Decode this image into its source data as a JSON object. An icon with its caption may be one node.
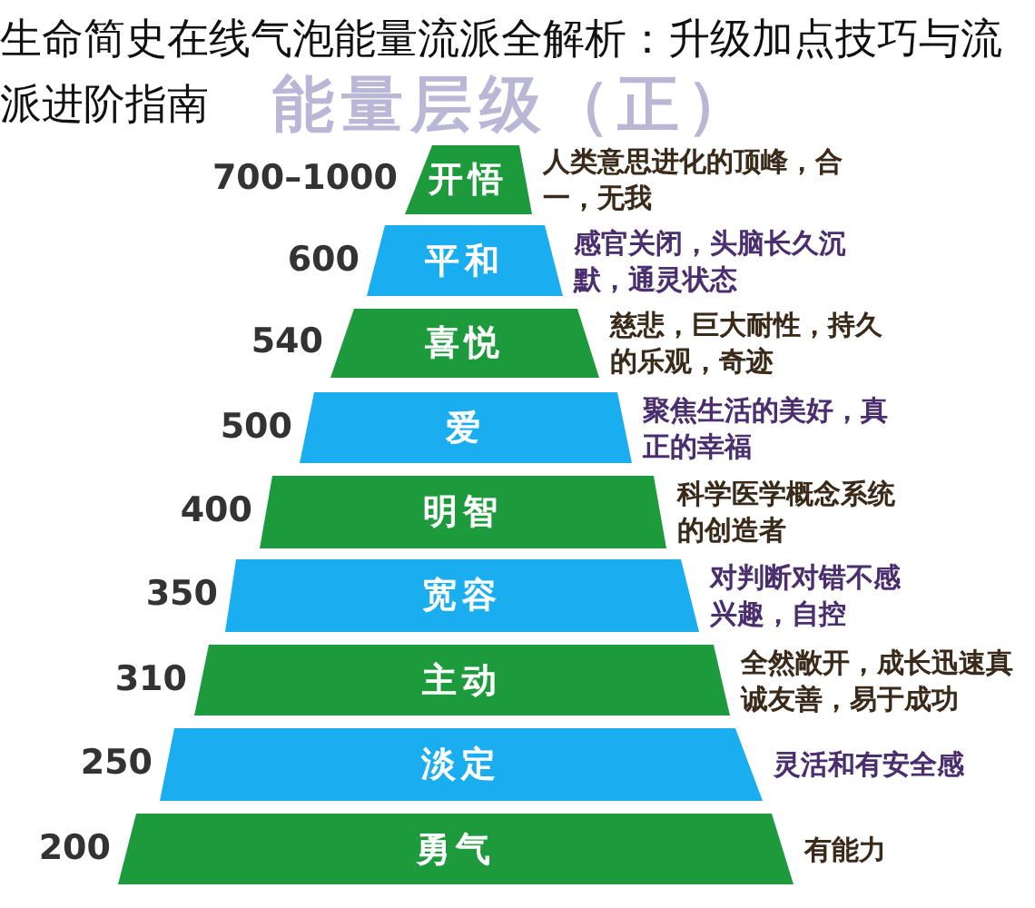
{
  "diagram": {
    "title": "生命简史在线气泡能量流派全解析：升级加点技巧与流派进阶指南",
    "nodes": [
      {
        "text": [
          "开悟"
        ],
        "beside": [
          "700–1000",
          "人类意思进化的顶峰，合一，无我"
        ]
      },
      {
        "text": [
          "平和"
        ],
        "beside": [
          "600",
          "感官关闭，头脑长久沉默，通灵状态"
        ]
      },
      {
        "text": [
          "喜悦"
        ],
        "beside": [
          "540",
          "慈悲，巨大耐性，持久的乐观，奇迹"
        ]
      },
      {
        "text": [
          "爱"
        ],
        "beside": [
          "500",
          "聚焦生活的美好，真正的幸福"
        ]
      },
      {
        "text": [
          "明智"
        ],
        "beside": [
          "400",
          "科学医学概念系统的创造者"
        ]
      },
      {
        "text": [
          "宽容"
        ],
        "beside": [
          "350",
          "对判断对错不感兴趣，自控"
        ]
      },
      {
        "text": [
          "主动"
        ],
        "beside": [
          "310",
          "全然敞开，成长迅速真诚友善，易于成功"
        ]
      },
      {
        "text": [
          "淡定"
        ],
        "beside": [
          "250",
          "灵活和有安全感"
        ]
      },
      {
        "text": [
          "勇气"
        ],
        "beside": [
          "200",
          "有能力"
        ]
      }
    ],
    "labels": [
      "能量层级（正）"
    ]
  }
}
